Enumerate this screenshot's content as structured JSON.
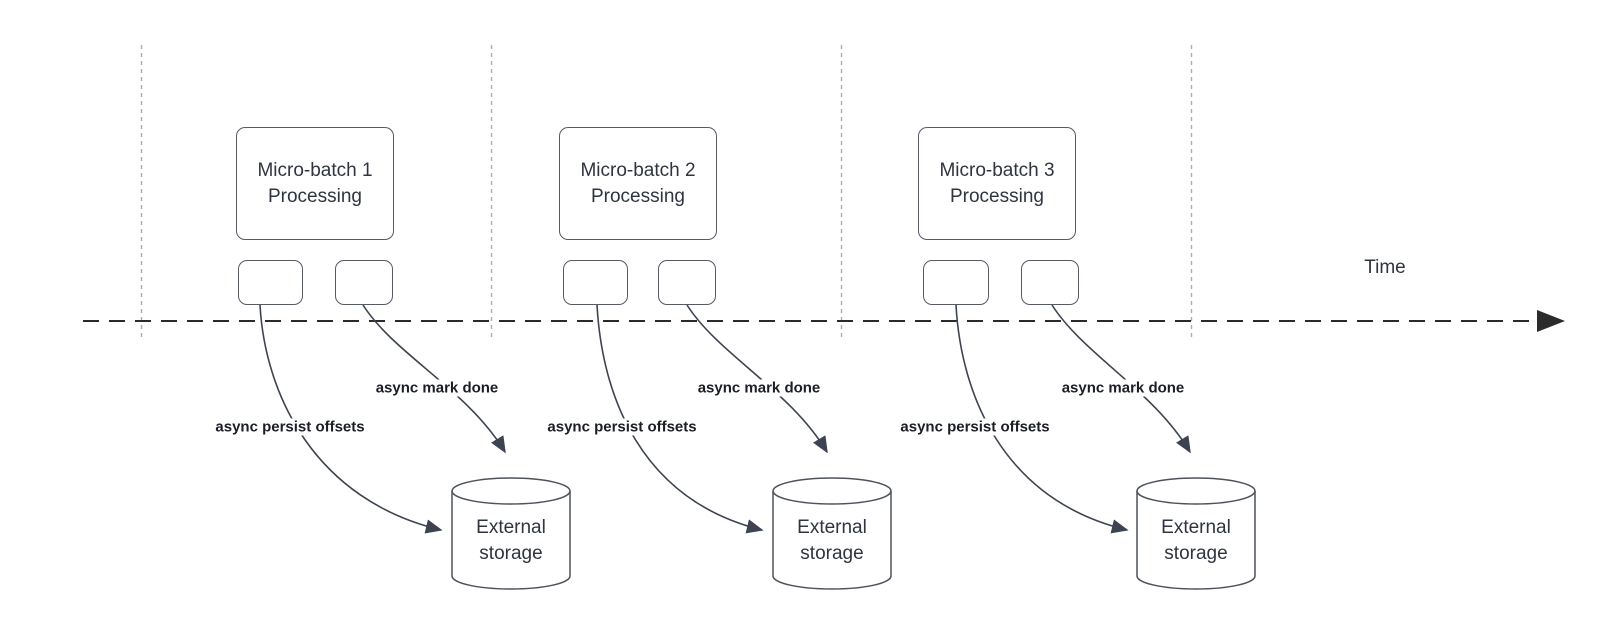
{
  "diagram": {
    "time_axis": {
      "label": "Time"
    },
    "groups": [
      {
        "title_line1": "Micro-batch 1",
        "title_line2": "Processing",
        "persist_label": "async persist offsets",
        "mark_done_label": "async mark done",
        "storage_line1": "External",
        "storage_line2": "storage"
      },
      {
        "title_line1": "Micro-batch 2",
        "title_line2": "Processing",
        "persist_label": "async persist offsets",
        "mark_done_label": "async mark done",
        "storage_line1": "External",
        "storage_line2": "storage"
      },
      {
        "title_line1": "Micro-batch 3",
        "title_line2": "Processing",
        "persist_label": "async persist offsets",
        "mark_done_label": "async mark done",
        "storage_line1": "External",
        "storage_line2": "storage"
      }
    ],
    "colors": {
      "shape_stroke": "#565a63",
      "arrow_stroke": "#3d4350",
      "timeline_stroke": "#2b2b2b",
      "gridline_stroke": "#aaaeb4",
      "text": "#2f3440",
      "label_text": "#1b1e25",
      "background": "#ffffff"
    }
  }
}
